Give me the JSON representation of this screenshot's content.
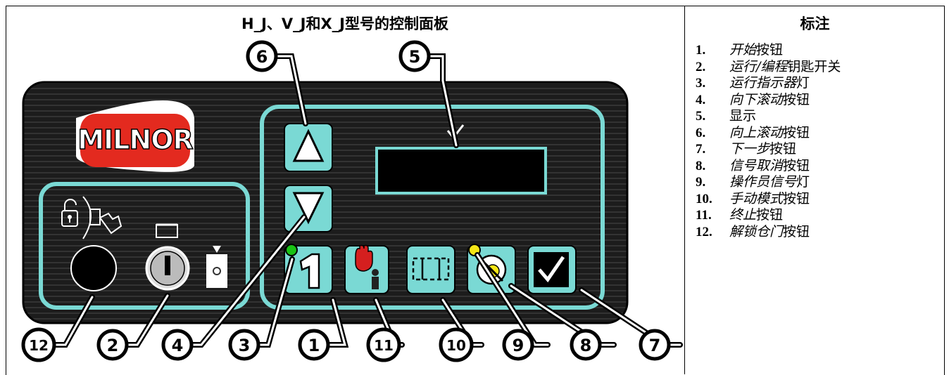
{
  "panel_title": "H_J、V_J和X_J型号的控制面板",
  "legend_title": "标注",
  "brand_logo": "MILNOR",
  "legend": [
    {
      "num": "1.",
      "italic": "开始",
      "rest": "按钮"
    },
    {
      "num": "2.",
      "italic": "运行/编程",
      "rest": "钥匙开关"
    },
    {
      "num": "3.",
      "italic": "运行指示器",
      "rest": "灯"
    },
    {
      "num": "4.",
      "italic": "向下滚动",
      "rest": "按钮"
    },
    {
      "num": "5.",
      "italic": "",
      "rest": "显示"
    },
    {
      "num": "6.",
      "italic": "向上滚动",
      "rest": "按钮"
    },
    {
      "num": "7.",
      "italic": "下一步",
      "rest": "按钮"
    },
    {
      "num": "8.",
      "italic": "信号取消",
      "rest": "按钮"
    },
    {
      "num": "9.",
      "italic": "操作员信号",
      "rest": "灯"
    },
    {
      "num": "10.",
      "italic": "手动模式",
      "rest": "按钮"
    },
    {
      "num": "11.",
      "italic": "终止",
      "rest": "按钮"
    },
    {
      "num": "12.",
      "italic": "解锁仓门",
      "rest": "按钮"
    }
  ],
  "callouts": {
    "c1": "1",
    "c2": "2",
    "c3": "3",
    "c4": "4",
    "c5": "5",
    "c6": "6",
    "c7": "7",
    "c8": "8",
    "c9": "9",
    "c10": "10",
    "c11": "11",
    "c12": "12"
  },
  "colors": {
    "panel_bg": "#1a1a1a",
    "accent_teal": "#7ad9d4",
    "logo_red": "#e32a1f",
    "run_light": "#19c214",
    "signal_light": "#f5e616"
  }
}
